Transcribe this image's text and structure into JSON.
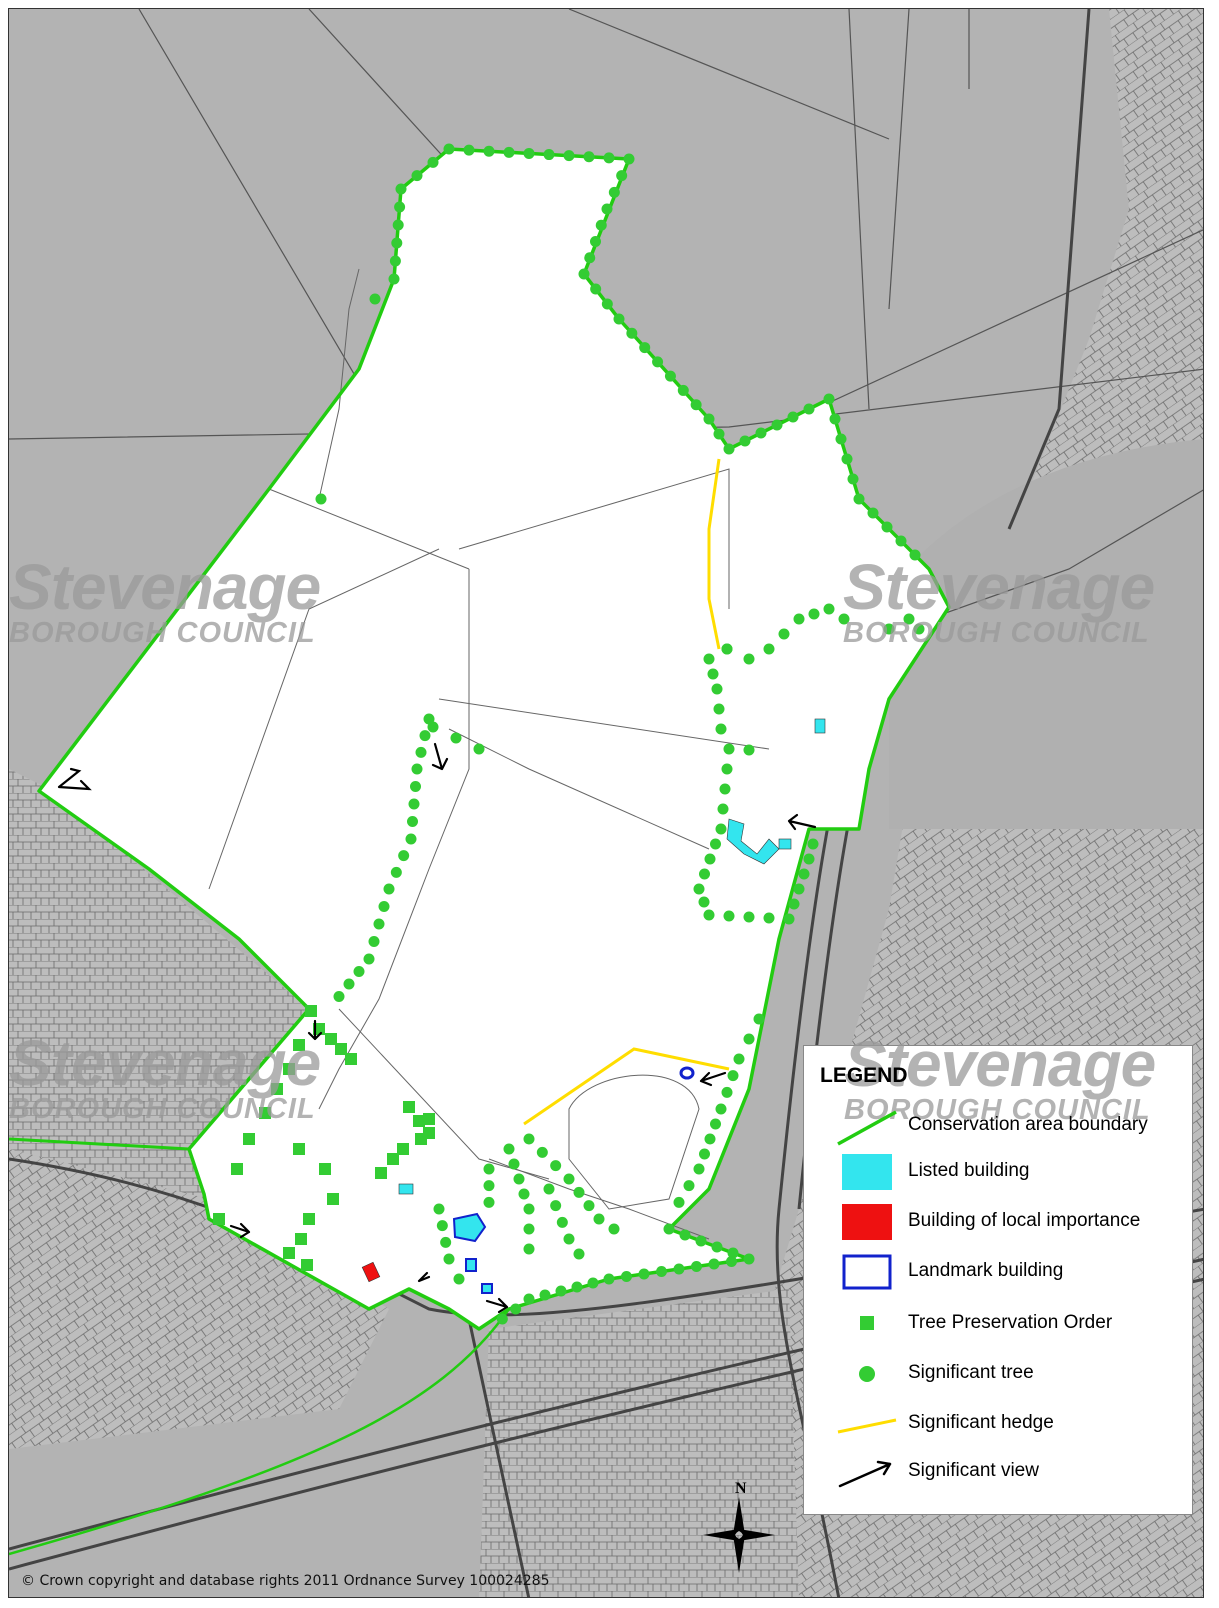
{
  "map": {
    "watermark_title": "Stevenage",
    "watermark_subtitle": "BOROUGH COUNCIL",
    "copyright": "© Crown copyright and database rights 2011 Ordnance Survey 100024285",
    "north_label": "N"
  },
  "colors": {
    "background": "#b5b5b5",
    "boundary": "#22cc11",
    "listed": "#33e5ee",
    "local": "#ee1111",
    "landmark": "#1122cc",
    "tpo": "#33cc33",
    "tree": "#33cc33",
    "hedge": "#ffdd00",
    "view": "#000000"
  },
  "legend": {
    "title": "LEGEND",
    "items": [
      {
        "label": "Conservation area boundary",
        "symbol": "boundary-line"
      },
      {
        "label": "Listed building",
        "symbol": "listed-building"
      },
      {
        "label": "Building of local importance",
        "symbol": "local-building"
      },
      {
        "label": "Landmark building",
        "symbol": "landmark-building"
      },
      {
        "label": "Tree Preservation Order",
        "symbol": "tpo-square"
      },
      {
        "label": "Significant tree",
        "symbol": "tree-dot"
      },
      {
        "label": "Significant hedge",
        "symbol": "hedge-line"
      },
      {
        "label": "Significant view",
        "symbol": "view-arrow"
      }
    ]
  }
}
